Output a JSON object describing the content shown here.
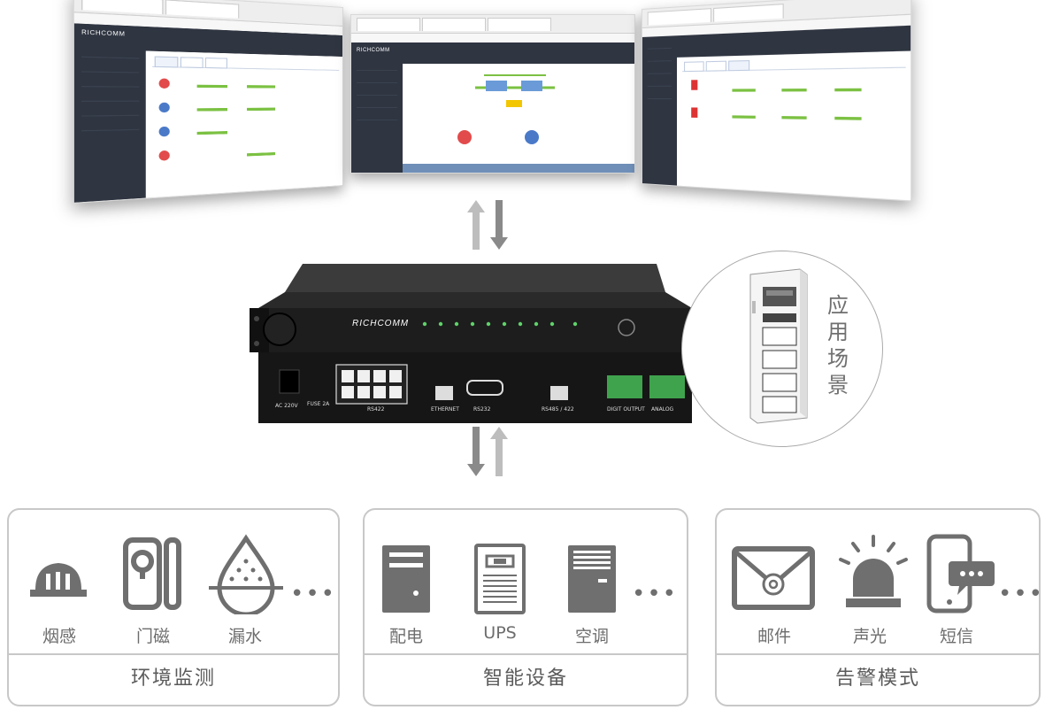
{
  "scene": {
    "label_chars": [
      "应",
      "用",
      "场",
      "景"
    ]
  },
  "device": {
    "brand": "RICHCOMM",
    "ports": {
      "power": "AC  220V",
      "fuse": "FUSE  2A",
      "rs422": "RS422",
      "ethernet": "ETHERNET",
      "rs232": "RS232",
      "rs485": "RS485 / 422",
      "digit_output": "DIGIT OUTPUT",
      "analog": "ANALOG"
    }
  },
  "panels": [
    {
      "title": "环境监测",
      "items": [
        {
          "label": "烟感",
          "icon": "smoke-detector-icon"
        },
        {
          "label": "门磁",
          "icon": "door-magnet-icon"
        },
        {
          "label": "漏水",
          "icon": "water-leak-icon"
        }
      ],
      "more": "•••"
    },
    {
      "title": "智能设备",
      "items": [
        {
          "label": "配电",
          "icon": "power-distribution-icon"
        },
        {
          "label": "UPS",
          "icon": "ups-icon"
        },
        {
          "label": "空调",
          "icon": "air-conditioner-icon"
        }
      ],
      "more": "•••"
    },
    {
      "title": "告警模式",
      "items": [
        {
          "label": "邮件",
          "icon": "email-icon"
        },
        {
          "label": "声光",
          "icon": "alarm-light-icon"
        },
        {
          "label": "短信",
          "icon": "sms-phone-icon"
        }
      ],
      "more": "•••"
    }
  ],
  "colors": {
    "icon_gray": "#6f6f6f",
    "panel_border": "#c8c8c8",
    "app_dark": "#2f3541",
    "green": "#7bc142",
    "red": "#e24b4b"
  }
}
